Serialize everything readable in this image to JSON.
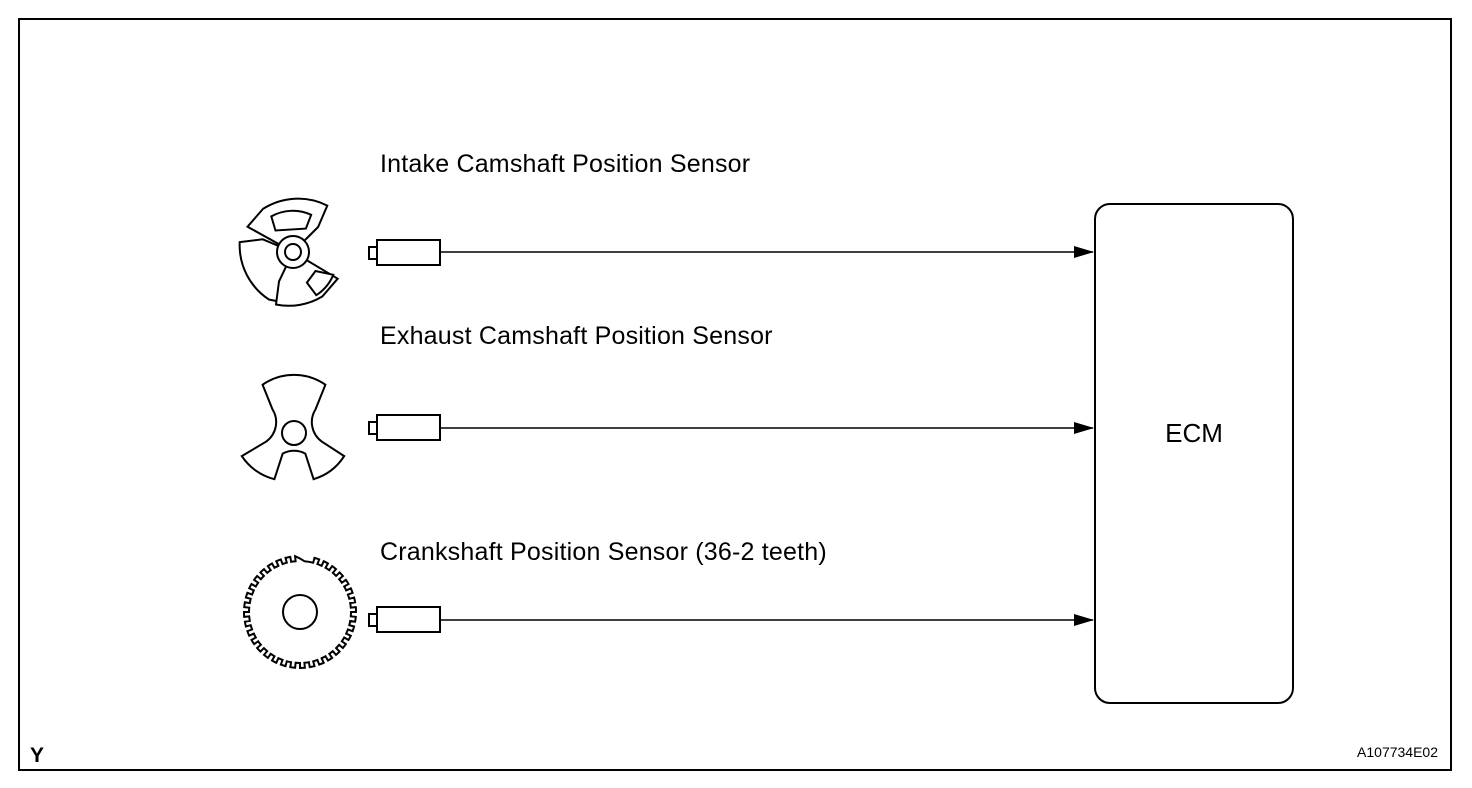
{
  "sensors": [
    {
      "label": "Intake Camshaft Position Sensor",
      "rotor_icon": "intake-cam-rotor-icon"
    },
    {
      "label": "Exhaust Camshaft Position Sensor",
      "rotor_icon": "exhaust-cam-rotor-icon"
    },
    {
      "label": "Crankshaft Position Sensor (36-2 teeth)",
      "rotor_icon": "crank-timing-rotor-icon",
      "teeth": 36,
      "missing_teeth": 2
    }
  ],
  "ecm": {
    "label": "ECM"
  },
  "corner_mark": "Y",
  "figure_id": "A107734E02",
  "colors": {
    "line": "#000000",
    "background": "#ffffff"
  }
}
